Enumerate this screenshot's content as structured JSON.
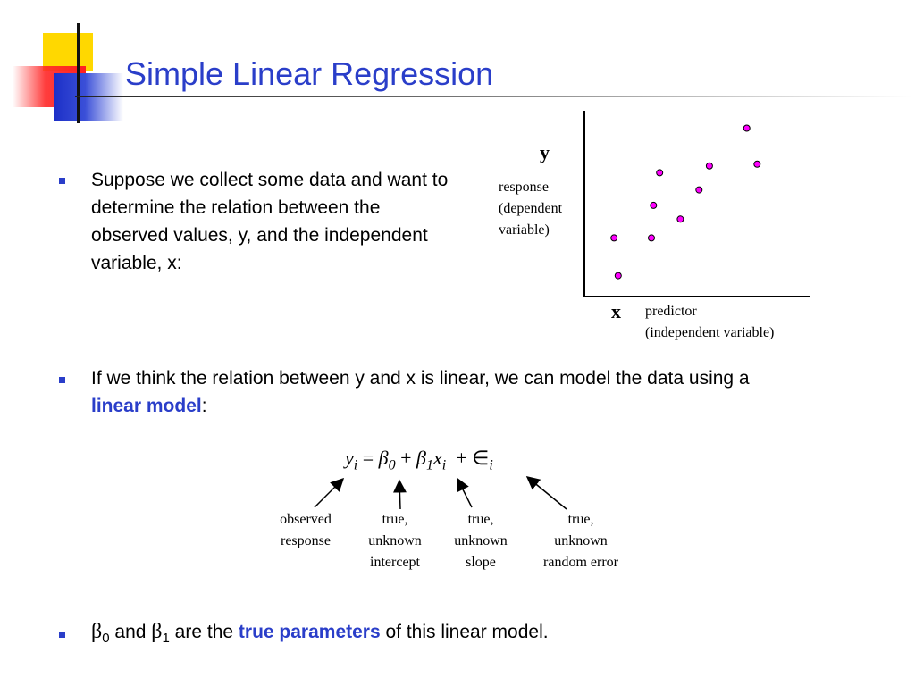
{
  "title": "Simple Linear Regression",
  "bullet1": "Suppose we collect some data and want to determine the relation between the observed values, y, and the independent variable, x:",
  "plot": {
    "y_label": "y",
    "y_desc": [
      "response",
      "(dependent",
      "variable)"
    ],
    "x_label": "x",
    "x_desc": [
      "predictor",
      "(independent variable)"
    ]
  },
  "chart_data": {
    "type": "scatter",
    "points": [
      [
        0.12,
        0.08
      ],
      [
        0.1,
        0.3
      ],
      [
        0.28,
        0.3
      ],
      [
        0.42,
        0.41
      ],
      [
        0.29,
        0.49
      ],
      [
        0.32,
        0.68
      ],
      [
        0.51,
        0.58
      ],
      [
        0.56,
        0.72
      ],
      [
        0.74,
        0.94
      ],
      [
        0.79,
        0.73
      ]
    ],
    "xlabel": "x",
    "ylabel": "y",
    "xlim": [
      0,
      1
    ],
    "ylim": [
      0,
      1
    ]
  },
  "bullet2": {
    "pre": "If we think the relation between y and x is linear, we can model the data using a ",
    "emphasis": "linear model",
    "post": ":"
  },
  "equation": {
    "y": "y",
    "y_sub": "i",
    "eq": "=",
    "b0": "β",
    "b0_sub": "0",
    "plus1": "+",
    "b1": "β",
    "b1_sub": "1",
    "x": "x",
    "x_sub": "i",
    "plus2": "+",
    "err": "∈",
    "err_sub": "i"
  },
  "annotations": [
    [
      "observed",
      "response"
    ],
    [
      "true,",
      "unknown",
      "intercept"
    ],
    [
      "true,",
      "unknown",
      "slope"
    ],
    [
      "true,",
      "unknown",
      "random error"
    ]
  ],
  "bullet3": {
    "b0": "β",
    "b0_sub": "0",
    "and": " and ",
    "b1": "β",
    "b1_sub": "1",
    "mid": " are the ",
    "emphasis": "true parameters",
    "post": " of this linear model."
  },
  "colors": {
    "title": "#2a3ec9",
    "emphasis": "#2a3ec9",
    "point_fill": "#ff00ff",
    "point_stroke": "#000000"
  }
}
